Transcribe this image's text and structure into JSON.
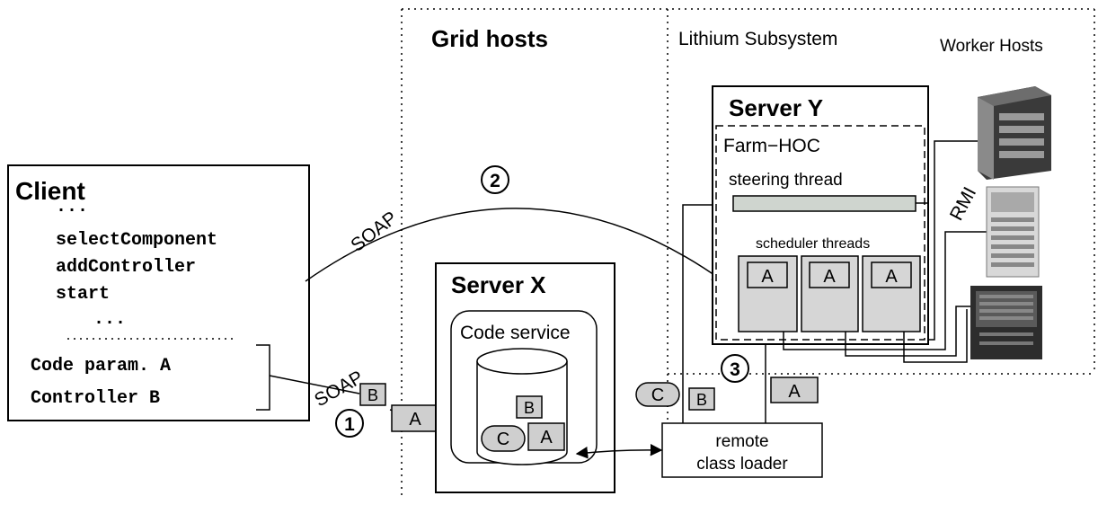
{
  "regions": {
    "grid_hosts": "Grid hosts",
    "lithium_subsystem": "Lithium Subsystem",
    "worker_hosts": "Worker Hosts"
  },
  "client": {
    "title": "Client",
    "code_lines": [
      "...",
      "selectComponent",
      "addController",
      "start",
      "..."
    ],
    "params": [
      "Code param. A",
      "Controller B"
    ]
  },
  "server_x": {
    "title": "Server X",
    "code_service": "Code service"
  },
  "server_y": {
    "title": "Server Y",
    "farm": "Farm−HOC",
    "steering": "steering thread",
    "scheduler": "scheduler threads"
  },
  "loader": {
    "line1": "remote",
    "line2": "class loader"
  },
  "protocols": {
    "soap_top": "SOAP",
    "soap_bottom": "SOAP",
    "rmi": "RMI"
  },
  "steps": {
    "one": "1",
    "two": "2",
    "three": "3"
  },
  "tokens": {
    "a": "A",
    "b": "B",
    "c": "C"
  }
}
